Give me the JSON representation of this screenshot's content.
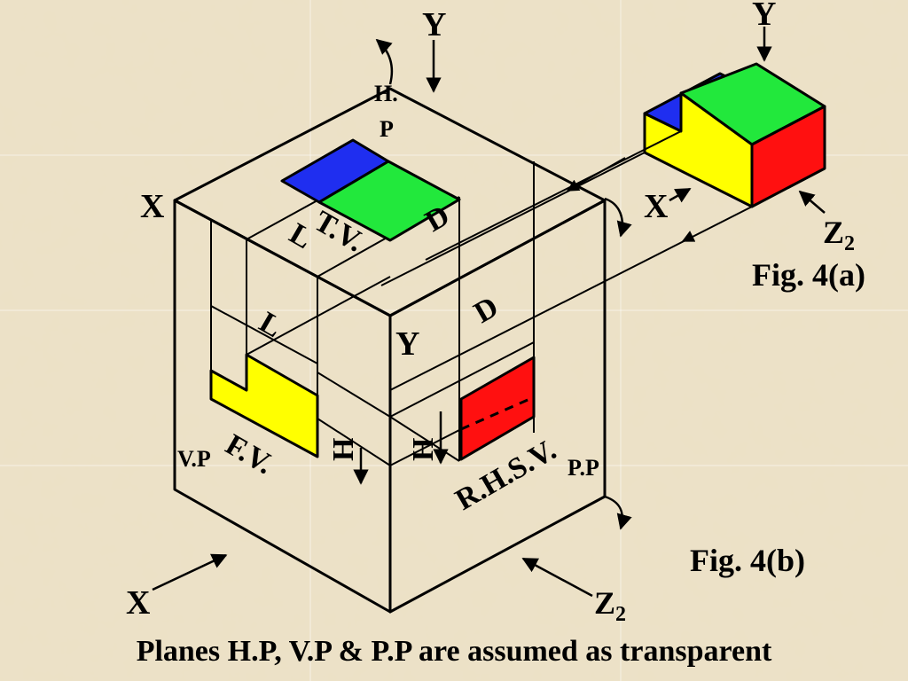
{
  "colors": {
    "background": "#e8dcc0",
    "line": "#000000",
    "blue": "#1f2ef0",
    "green": "#22e83c",
    "yellow": "#ffff00",
    "red": "#ff1010"
  },
  "labels": {
    "y_top_cube": "Y",
    "y_top_fig": "Y",
    "hp_h": "H.",
    "hp_p": "P",
    "x_left": "X",
    "x_fig": "X",
    "tv": "T.V.",
    "l_top": "L",
    "d_top": "D",
    "z2_fig": "Z",
    "z2_fig_sub": "2",
    "d_right": "D",
    "l_front": "L",
    "y_center": "Y",
    "h_front": "H",
    "h_right": "H",
    "vp": "V.P",
    "fv": "F.V.",
    "rhsv": "R.H.S.V.",
    "pp": "P.P",
    "x_bottom": "X",
    "z2_bottom": "Z",
    "z2_bottom_sub": "2"
  },
  "fig_a": "Fig. 4(a)",
  "fig_b": "Fig. 4(b)",
  "caption": "Planes H.P, V.P & P.P are assumed as transparent"
}
